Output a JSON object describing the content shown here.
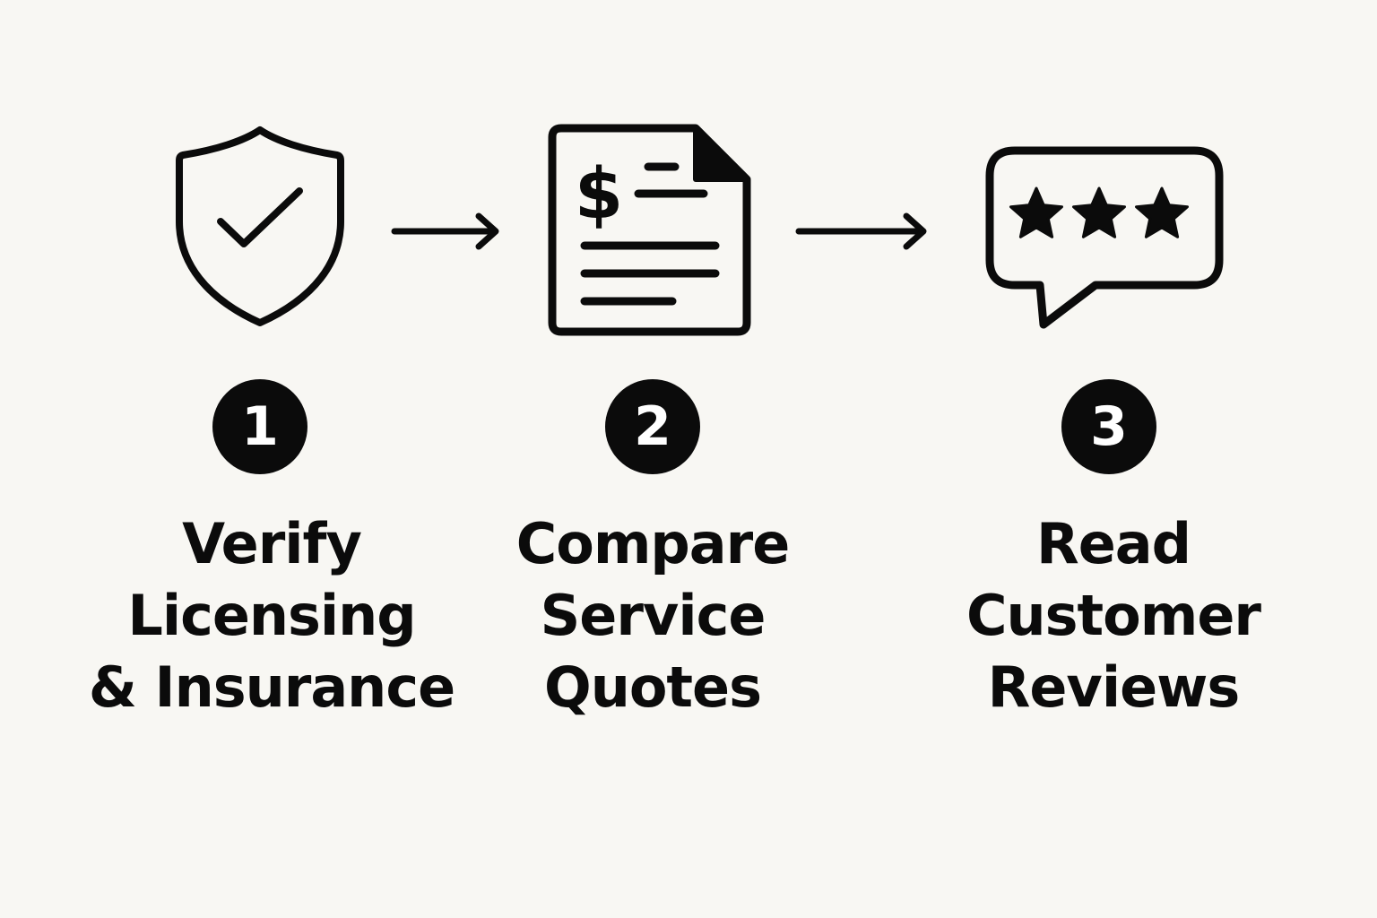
{
  "colors": {
    "background": "#f8f7f3",
    "ink": "#0b0b0b",
    "badge_text": "#ffffff"
  },
  "steps": [
    {
      "icon": "shield-check-icon",
      "number": "1",
      "label_lines": [
        "Verify",
        "Licensing",
        "& Insurance"
      ]
    },
    {
      "icon": "dollar-document-icon",
      "number": "2",
      "label_lines": [
        "Compare",
        "Service",
        "Quotes"
      ]
    },
    {
      "icon": "star-review-bubble-icon",
      "number": "3",
      "label_lines": [
        "Read",
        "Customer",
        "Reviews"
      ]
    }
  ],
  "connectors": [
    "arrow-right-icon",
    "arrow-right-icon"
  ]
}
